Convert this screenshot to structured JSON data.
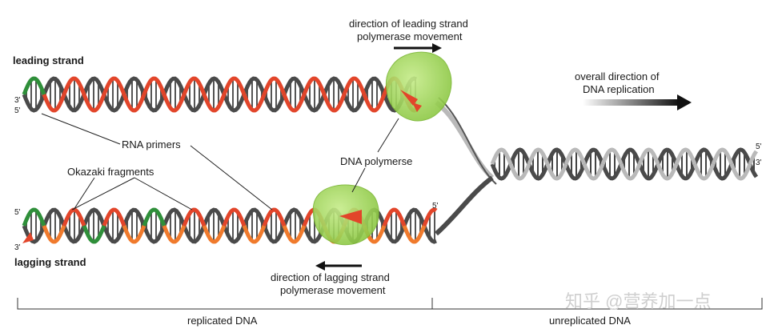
{
  "labels": {
    "leading_strand": "leading strand",
    "lagging_strand": "lagging strand",
    "rna_primers": "RNA primers",
    "okazaki_fragments": "Okazaki fragments",
    "dna_polymerase": "DNA polymerse",
    "leading_direction_line1": "direction of leading strand",
    "leading_direction_line2": "polymerase movement",
    "lagging_direction_line1": "direction of lagging strand",
    "lagging_direction_line2": "polymerase movement",
    "overall_direction_line1": "overall direction of",
    "overall_direction_line2": "DNA replication",
    "replicated_dna": "replicated DNA",
    "unreplicated_dna": "unreplicated DNA",
    "watermark": "知乎 @营养加一点"
  },
  "ends": {
    "leading_top": "3'",
    "leading_bottom": "5'",
    "lagging_top": "5'",
    "lagging_bottom": "3'",
    "lagging_right": "5'",
    "unrep_top": "5'",
    "unrep_bottom": "3'"
  },
  "colors": {
    "template_strand": "#4a4a4a",
    "template_strand_light": "#b9b9b9",
    "new_strand": "#e2452a",
    "new_strand_alt": "#f07a2c",
    "rna_primer": "#2f8f3a",
    "polymerase": "#9ad24f",
    "arrow": "#111111"
  }
}
